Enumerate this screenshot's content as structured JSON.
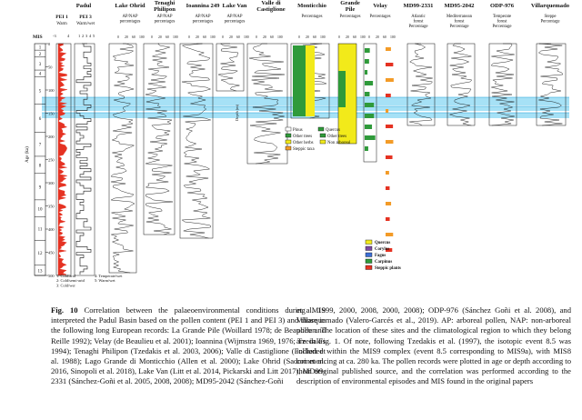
{
  "figure": {
    "columns": [
      {
        "id": "padul",
        "title": "Padul",
        "sub": ""
      },
      {
        "id": "lake-ohrid",
        "title": "Lake Ohrid",
        "sub": "AP/NAP\npercentages"
      },
      {
        "id": "tenaghi",
        "title": "Tenaghi\nPhilipon",
        "sub": "AP/NAP\npercentages"
      },
      {
        "id": "ioannina",
        "title": "Ioannina 249",
        "sub": "AP/NAP\npercentages"
      },
      {
        "id": "lake-van",
        "title": "Lake Van",
        "sub": "AP/NAP\npercentages"
      },
      {
        "id": "castiglione",
        "title": "Valle di\nCastiglione",
        "sub": ""
      },
      {
        "id": "monticchio",
        "title": "Monticchio",
        "sub": "Percentages"
      },
      {
        "id": "grande-pile",
        "title": "Grande\nPile",
        "sub": "Percentages"
      },
      {
        "id": "velay",
        "title": "Velay",
        "sub": "Percentages"
      },
      {
        "id": "md99",
        "title": "MD99-2331",
        "sub": "Atlantic\nforest\nPercentage"
      },
      {
        "id": "md95",
        "title": "MD95-2042",
        "sub": "Mediterranean\nforest\nPercentage"
      },
      {
        "id": "odp976",
        "title": "ODP-976",
        "sub": "Temperate\nforest\nPercentage"
      },
      {
        "id": "villarquemado",
        "title": "Villarquemado",
        "sub": "Steppe\nPercentage"
      }
    ],
    "pei1_label": "PEI 1",
    "pei3_label": "PEI 3",
    "warm_label": "Warm",
    "warmwet_label": "Warm/wet",
    "mis_label": "MIS",
    "age_label": "Age (ka)",
    "depth_label": "Depth (m)",
    "pei1_scale": [
      "-3",
      "4"
    ],
    "pei3_scale": [
      "1",
      "2",
      "3",
      "4",
      "5"
    ],
    "pct_scale": [
      "0",
      "20",
      "60",
      "100"
    ],
    "age_ticks": [
      "0",
      "50",
      "100",
      "150",
      "200",
      "250",
      "300",
      "350",
      "400",
      "450",
      "500"
    ],
    "mis_numbers": [
      "1",
      "2",
      "3",
      "4",
      "5",
      "6",
      "7",
      "8",
      "9",
      "10",
      "11",
      "12",
      "13"
    ],
    "pei_legend": [
      "1: Cold/arid",
      "2: Cold/semi-arid",
      "3: Cold/wer",
      "4: Temperate/wet",
      "5: Warm/wet"
    ],
    "monticchio_legend": [
      "Pinus",
      "Other trees",
      "Other herbs",
      "Steppic taxa",
      "Quercus"
    ],
    "grandepile_legend": [
      "Other trees",
      "Non arboreal"
    ],
    "bottom_legend": [
      "Quercus",
      "Corylus",
      "Fagus",
      "Carpinus",
      "Steppic plants"
    ],
    "colors": {
      "pei": "#e53222",
      "stripe": "#5dc9ef",
      "green": "#2f9a3a",
      "yellow": "#f2ea1a",
      "steppe": "#f39b27",
      "purple": "#7b4aa3",
      "blue": "#3c6fd6"
    }
  },
  "caption_left": {
    "label": "Fig. 10",
    "text": "Correlation between the palaeoenvironmental conditions during MIS interpreted the Padul Basin based on the pollen content (PEI 1 and PEI 3) and those in the following long European records: La Grande Pile (Woillard 1978; de Beaulieu and Reille 1992); Velay (de Beaulieu et al. 2001); Ioannina (Wijmstra 1969, 1976; Tzedakis 1994); Tenaghi Philipon (Tzedakis et al. 2003, 2006); Valle di Castiglione (Follieri et al. 1988); Lago Grande di Monticchio (Allen et al. 2000); Lake Ohrid (Sadori et al. 2016, Sinopoli et al. 2018), Lake Van (Litt et al. 2014, Pickarski and Litt 2017), MD99-2331 (Sánchez-Goñi et al. 2005, 2008, 2008); MD95-2042 (Sánchez-Goñi"
  },
  "caption_right": {
    "text": "et al. 1999, 2000, 2008, 2000, 2008); ODP-976 (Sánchez Goñi et al. 2008), and Villarquemado (Valero-Garcés et al., 2019). AP: arboreal pollen, NAP: non-arboreal pollen. The location of these sites and the climatological region to which they belong are in Fig. 1. Of note, following Tzedakis et al. (1997), the isotopic event 8.5 was included within the MIS9 complex (event 8.5 corresponding to MIS9a), with MIS8 commencing at ca. 280 ka. The pollen records were plotted in age or depth according to their original published source, and the correlation was performed according to the description of environmental episodes and MIS found in the original papers"
  }
}
